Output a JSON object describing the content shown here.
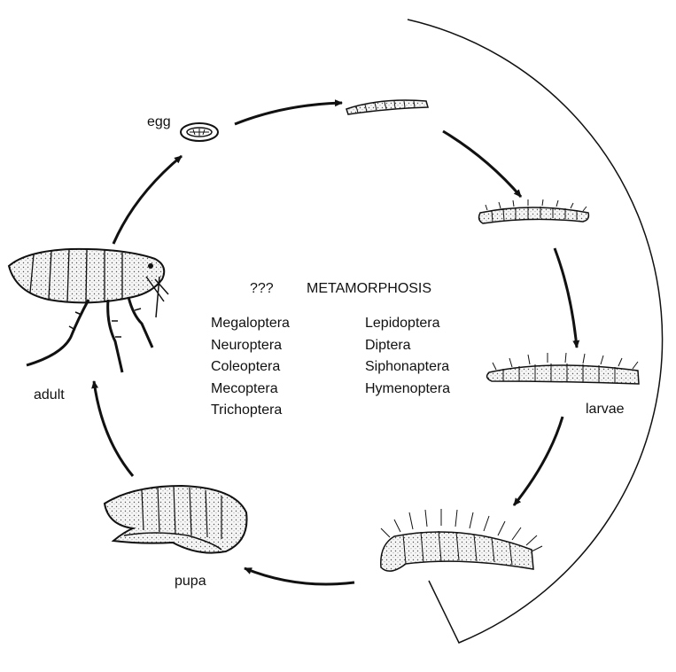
{
  "labels": {
    "egg": "egg",
    "adult": "adult",
    "pupa": "pupa",
    "larvae": "larvae"
  },
  "center": {
    "question": "???",
    "title": "METAMORPHOSIS"
  },
  "orders_left": [
    "Megaloptera",
    "Neuroptera",
    "Coleoptera",
    "Mecoptera",
    "Trichoptera"
  ],
  "orders_right": [
    "Lepidoptera",
    "Diptera",
    "Siphonaptera",
    "Hymenoptera"
  ],
  "colors": {
    "ink": "#111111",
    "fill": "#f4f4f4"
  }
}
